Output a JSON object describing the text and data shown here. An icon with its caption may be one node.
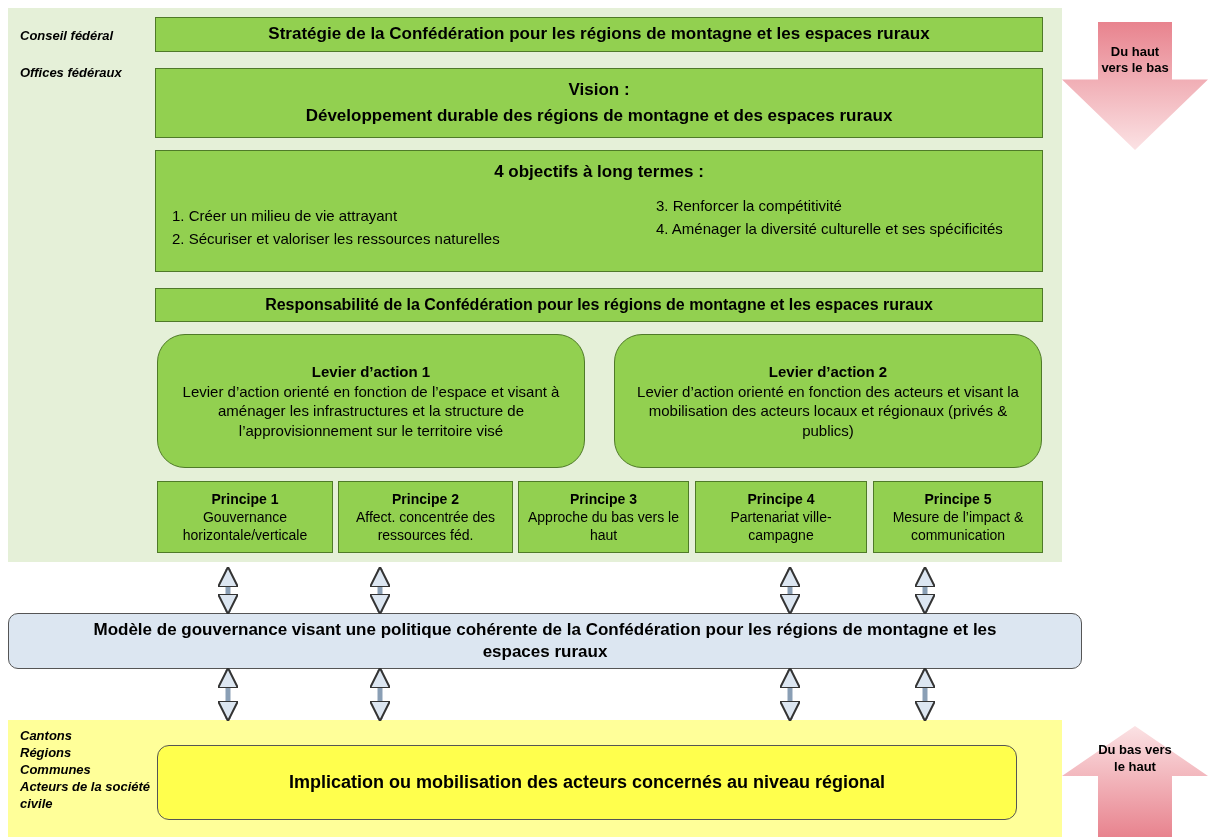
{
  "diagram": {
    "nodes": [
      {
        "text": [
          "Conseil fédéral",
          "Offices fédéraux"
        ]
      },
      {
        "text": [
          "Stratégie de la Confédération pour les régions de montagne et les espaces ruraux"
        ],
        "in": 0
      },
      {
        "text": [
          "Vision :",
          "Développement durable des régions de montagne et des espaces ruraux"
        ],
        "in": 0
      },
      {
        "text": [
          "4 objectifs à long termes :",
          "1. Créer un milieu de vie attrayant",
          "2. Sécuriser et valoriser les ressources naturelles",
          "3. Renforcer la compétitivité",
          "4. Aménager la diversité culturelle et ses spécificités"
        ],
        "in": 0
      },
      {
        "text": [
          "Responsabilité de la Confédération pour les régions de montagne et les espaces ruraux"
        ],
        "in": 0
      },
      {
        "text": [
          "Levier d’action 1",
          "Levier d’action orienté en fonction de l’espace et visant à aménager les infrastructures et la structure de l’approvisionnement sur le territoire visé"
        ],
        "in": 0
      },
      {
        "text": [
          "Levier d’action 2",
          "Levier d’action orienté en fonction des acteurs et visant la mobilisation des acteurs locaux et régionaux (privés & publics)"
        ],
        "in": 0
      },
      {
        "text": [
          "Principe 1",
          "Gouvernance horizontale/verticale"
        ],
        "in": 0
      },
      {
        "text": [
          "Principe 2",
          "Affect. concentrée des ressources féd."
        ],
        "in": 0
      },
      {
        "text": [
          "Principe 3",
          "Approche du bas vers le haut"
        ],
        "in": 0
      },
      {
        "text": [
          "Principe 4",
          "Partenariat ville-campagne"
        ],
        "in": 0
      },
      {
        "text": [
          "Principe 5",
          "Mesure de l’impact & communication"
        ],
        "in": 0
      },
      {
        "text": [
          "Modèle de gouvernance visant une politique cohérente de la Confédération pour les régions de montagne et les espaces ruraux"
        ]
      },
      {
        "text": [
          "Cantons",
          "Régions",
          "Communes",
          "Acteurs de la société civile"
        ]
      },
      {
        "text": [
          "Implication ou mobilisation des acteurs concernés au niveau régional"
        ],
        "in": 13
      },
      {
        "text": [
          "Du haut vers le bas"
        ]
      },
      {
        "text": [
          "Du bas vers le haut"
        ]
      }
    ],
    "edges": [
      {
        "from": 7,
        "to": 12,
        "arrow": "both"
      },
      {
        "from": 8,
        "to": 12,
        "arrow": "both"
      },
      {
        "from": 10,
        "to": 12,
        "arrow": "both"
      },
      {
        "from": 11,
        "to": 12,
        "arrow": "both"
      },
      {
        "from": 12,
        "to": 13,
        "arrow": "both"
      },
      {
        "from": 12,
        "to": 13,
        "arrow": "both"
      },
      {
        "from": 12,
        "to": 13,
        "arrow": "both"
      },
      {
        "from": 12,
        "to": 13,
        "arrow": "both"
      }
    ]
  }
}
